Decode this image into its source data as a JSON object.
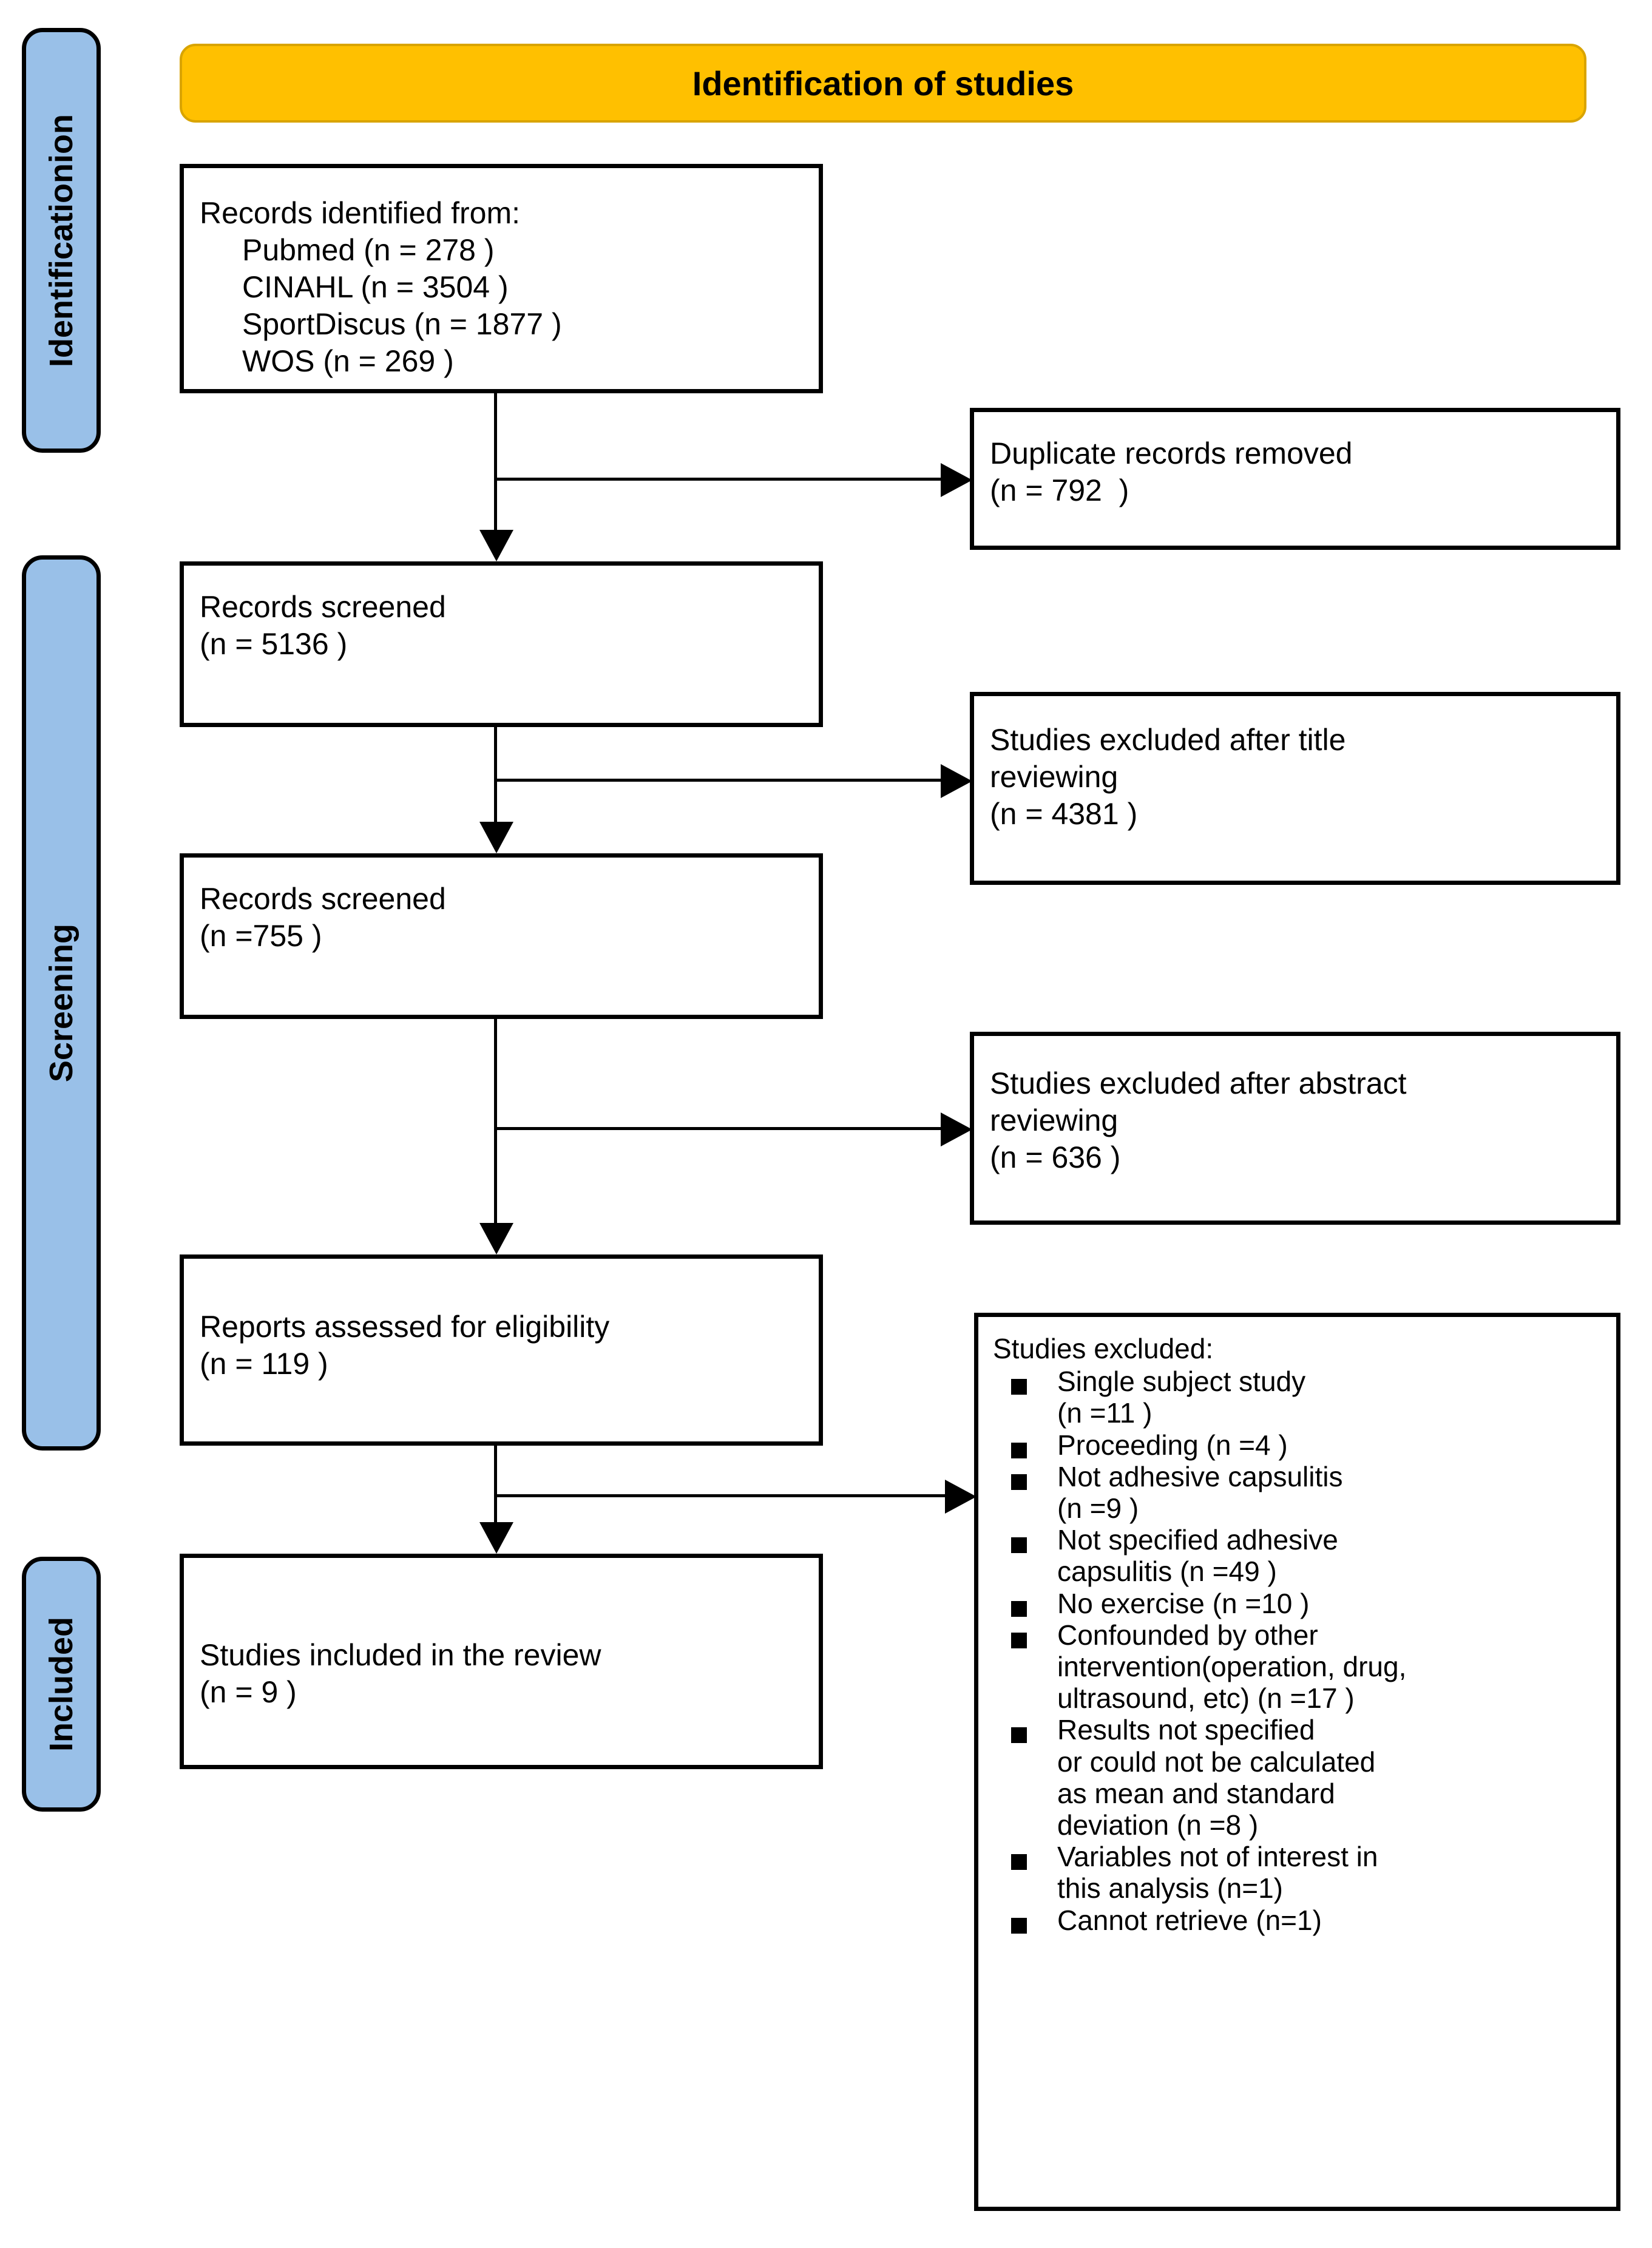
{
  "diagram": {
    "title": "Identification of studies",
    "colors": {
      "banner": "#FFC000",
      "band": "#99C0E8",
      "stroke": "#000000"
    }
  },
  "phase_bands": [
    {
      "label": "Identificationion"
    },
    {
      "label": "Screening"
    },
    {
      "label": "Included"
    }
  ],
  "boxes": {
    "identified": {
      "name": "records-identified",
      "lines": [
        "Records identified from:",
        "Pubmed (n = 278 )",
        "CINAHL (n = 3504 )",
        "SportDiscus (n = 1877 )",
        "WOS (n = 269 )"
      ]
    },
    "duplicates": {
      "name": "duplicate-records-removed",
      "lines": [
        "Duplicate records removed",
        "(n = 792  )"
      ]
    },
    "screened1": {
      "name": "records-screened-1",
      "lines": [
        "Records screened",
        "(n = 5136 )"
      ]
    },
    "excluded_title": {
      "name": "studies-excluded-title",
      "lines": [
        "Studies excluded after title",
        "reviewing",
        "(n = 4381 )"
      ]
    },
    "screened2": {
      "name": "records-screened-2",
      "lines": [
        "Records screened",
        "(n =755 )"
      ]
    },
    "excluded_abstract": {
      "name": "studies-excluded-abstract",
      "lines": [
        "Studies excluded after abstract",
        "reviewing",
        "(n = 636 )"
      ]
    },
    "eligibility": {
      "name": "reports-assessed-eligibility",
      "lines": [
        "Reports assessed for eligibility",
        "(n = 119 )"
      ]
    },
    "included": {
      "name": "studies-included-review",
      "lines": [
        "Studies included in the review",
        "(n = 9 )"
      ]
    },
    "excluded_list": {
      "name": "studies-excluded-list",
      "title": "Studies excluded:",
      "items": [
        "Single subject study\n(n =11 )",
        "Proceeding (n =4 )",
        "Not adhesive capsulitis\n(n =9 )",
        "Not specified adhesive\ncapsulitis (n =49 )",
        "No exercise (n =10 )",
        "Confounded by other\nintervention(operation,  drug,\nultrasound, etc) (n =17 )",
        "Results not specified\nor could not be calculated\nas mean and standard\ndeviation (n =8 )",
        "Variables not of interest in\nthis analysis (n=1)",
        "Cannot retrieve (n=1)"
      ]
    }
  }
}
